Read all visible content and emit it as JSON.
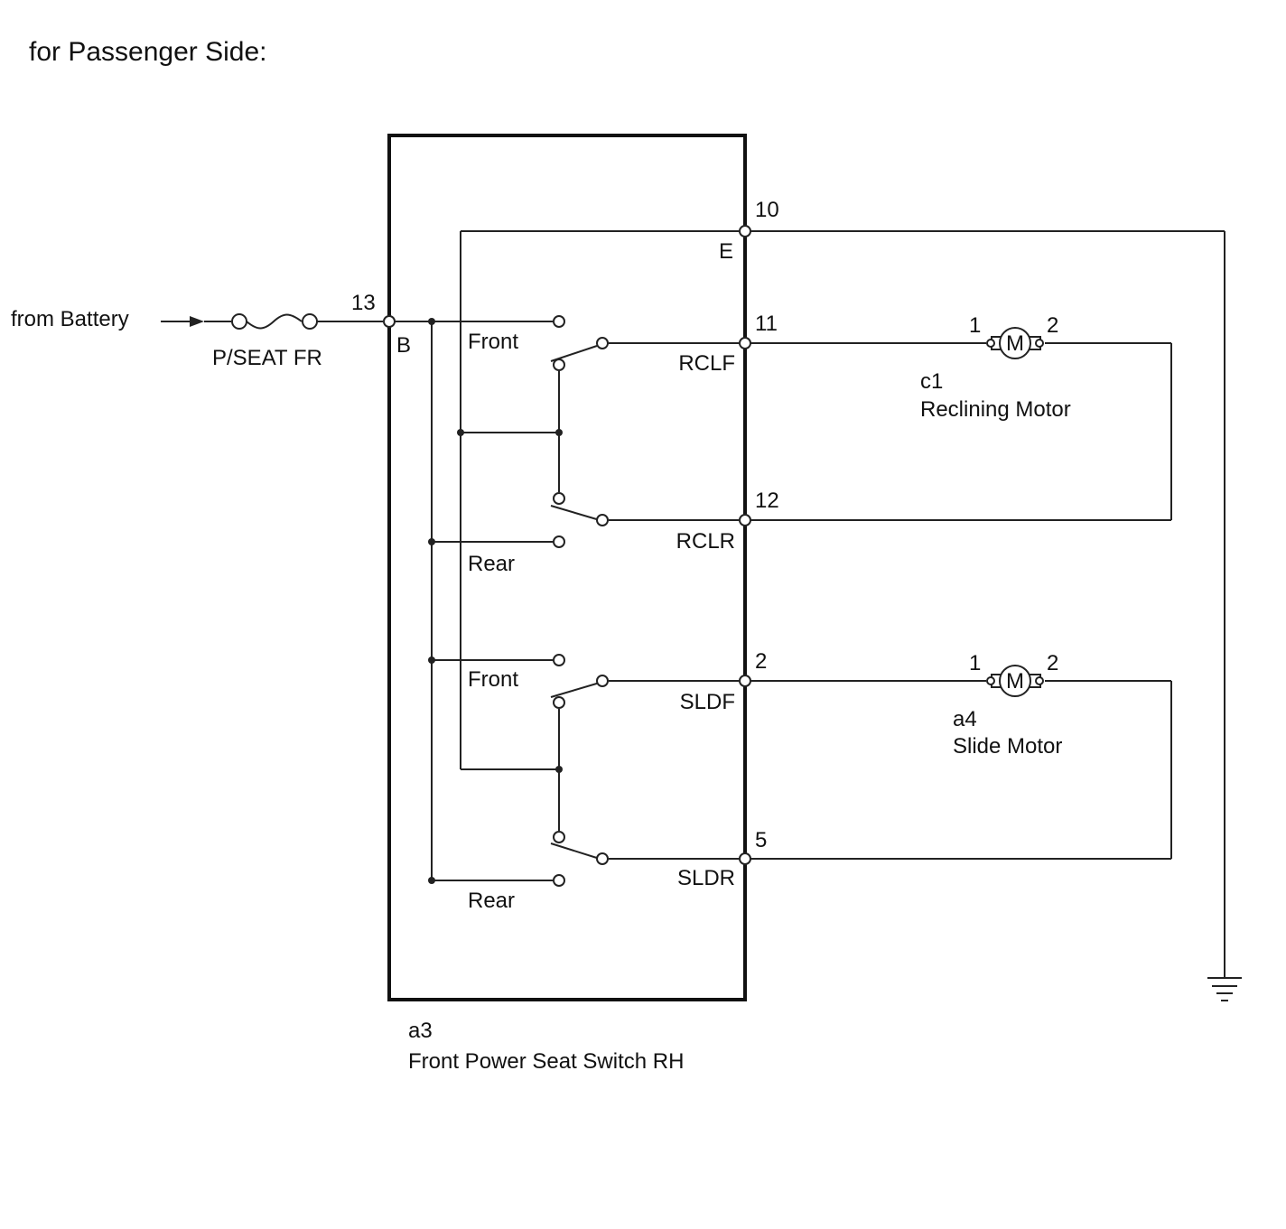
{
  "header": {
    "title": "for Passenger Side:"
  },
  "source": {
    "label": "from Battery"
  },
  "fuse": {
    "name": "P/SEAT FR"
  },
  "switch_unit": {
    "code": "a3",
    "name": "Front Power Seat Switch RH",
    "pins": {
      "b_num": "13",
      "b_name": "B",
      "e_num": "10",
      "e_name": "E",
      "rclf_num": "11",
      "rclf_name": "RCLF",
      "rclr_num": "12",
      "rclr_name": "RCLR",
      "sldf_num": "2",
      "sldf_name": "SLDF",
      "sldr_num": "5",
      "sldr_name": "SLDR"
    },
    "contacts": {
      "recline_front": "Front",
      "recline_rear": "Rear",
      "slide_front": "Front",
      "slide_rear": "Rear"
    }
  },
  "reclining_motor": {
    "code": "c1",
    "name": "Reclining Motor",
    "pin1": "1",
    "pin2": "2",
    "symbol": "M"
  },
  "slide_motor": {
    "code": "a4",
    "name": "Slide Motor",
    "pin1": "1",
    "pin2": "2",
    "symbol": "M"
  },
  "icons": {
    "ground": "ground-icon",
    "fuse": "fuse-icon",
    "motor": "motor-icon",
    "arrow": "arrow-right-icon"
  }
}
